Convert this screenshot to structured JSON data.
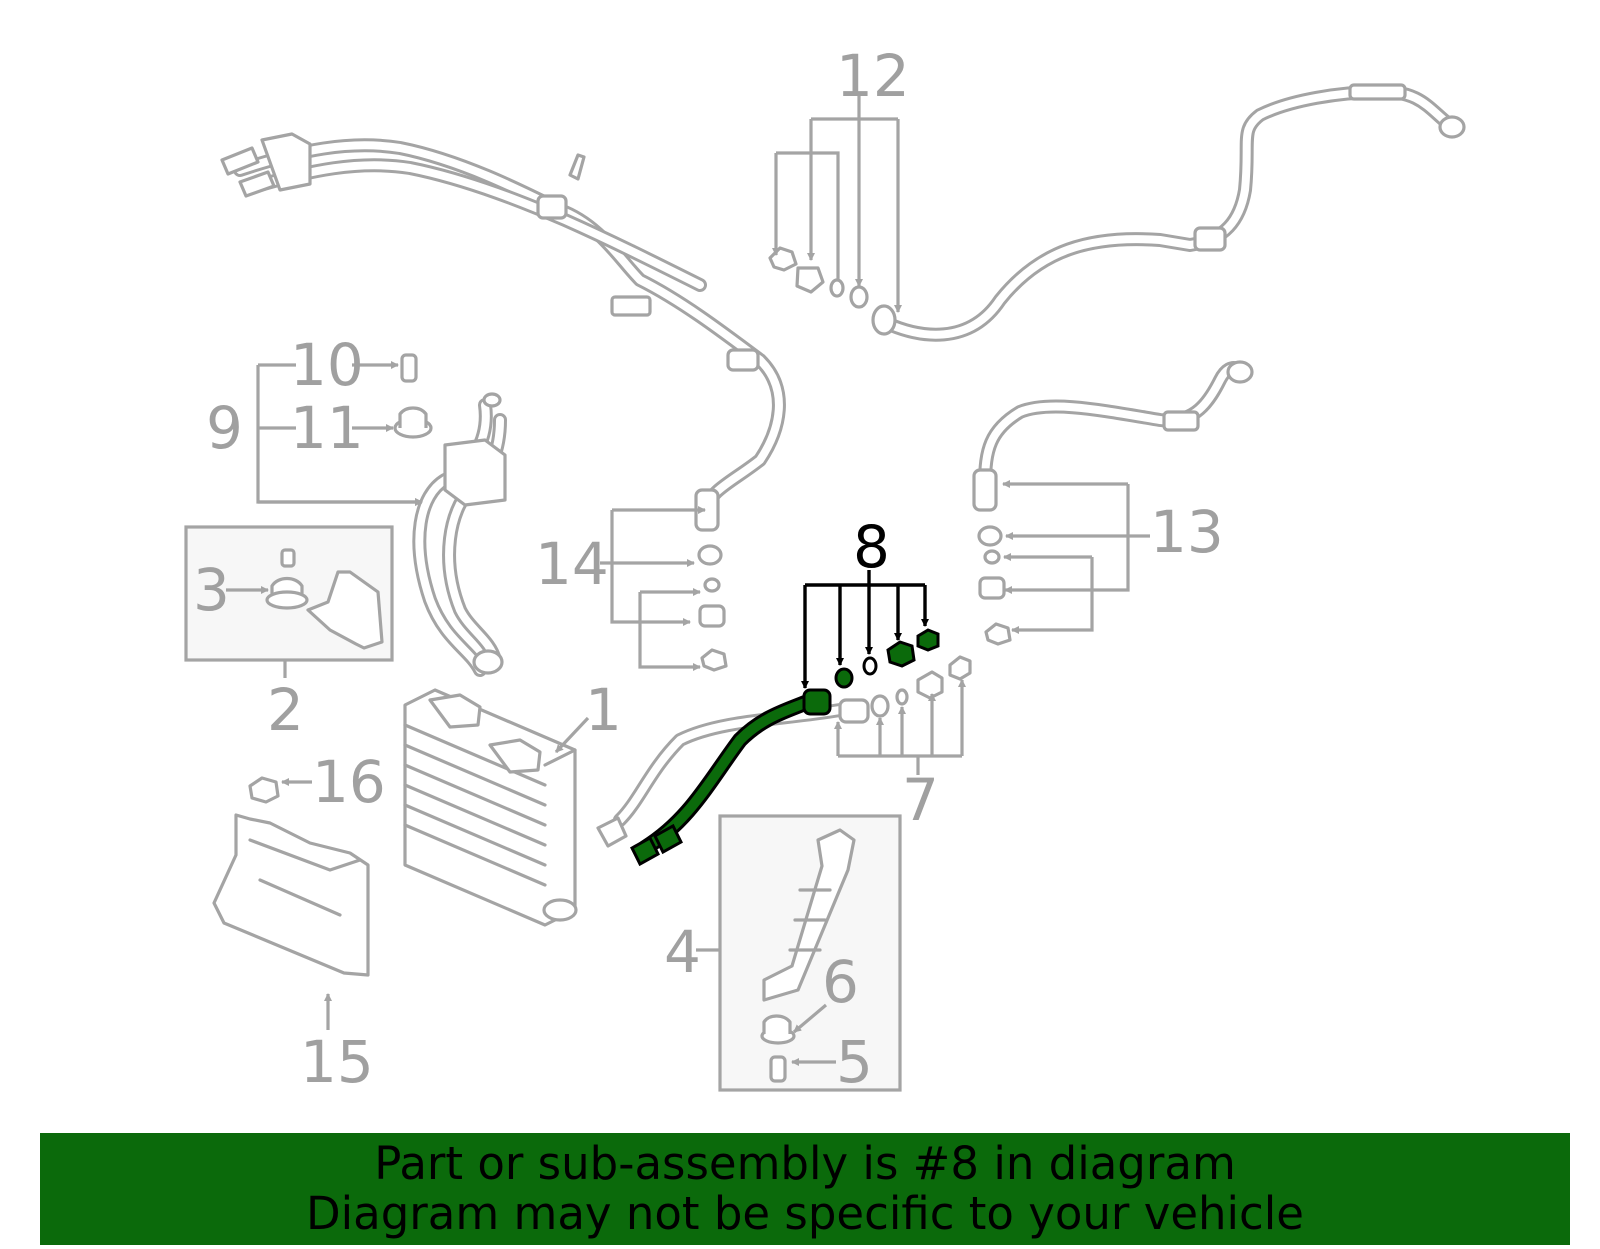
{
  "callouts": {
    "c1": "1",
    "c2": "2",
    "c3": "3",
    "c4": "4",
    "c5": "5",
    "c6": "6",
    "c7": "7",
    "c8": "8",
    "c9": "9",
    "c10": "10",
    "c11": "11",
    "c12": "12",
    "c13": "13",
    "c14": "14",
    "c15": "15",
    "c16": "16"
  },
  "highlight": {
    "part_number": "8",
    "color": "#0b6a0b"
  },
  "banner": {
    "line1": "Part or sub-assembly is #8 in diagram",
    "line2": "Diagram may not be specific to your vehicle",
    "background": "#0b6a0b"
  }
}
